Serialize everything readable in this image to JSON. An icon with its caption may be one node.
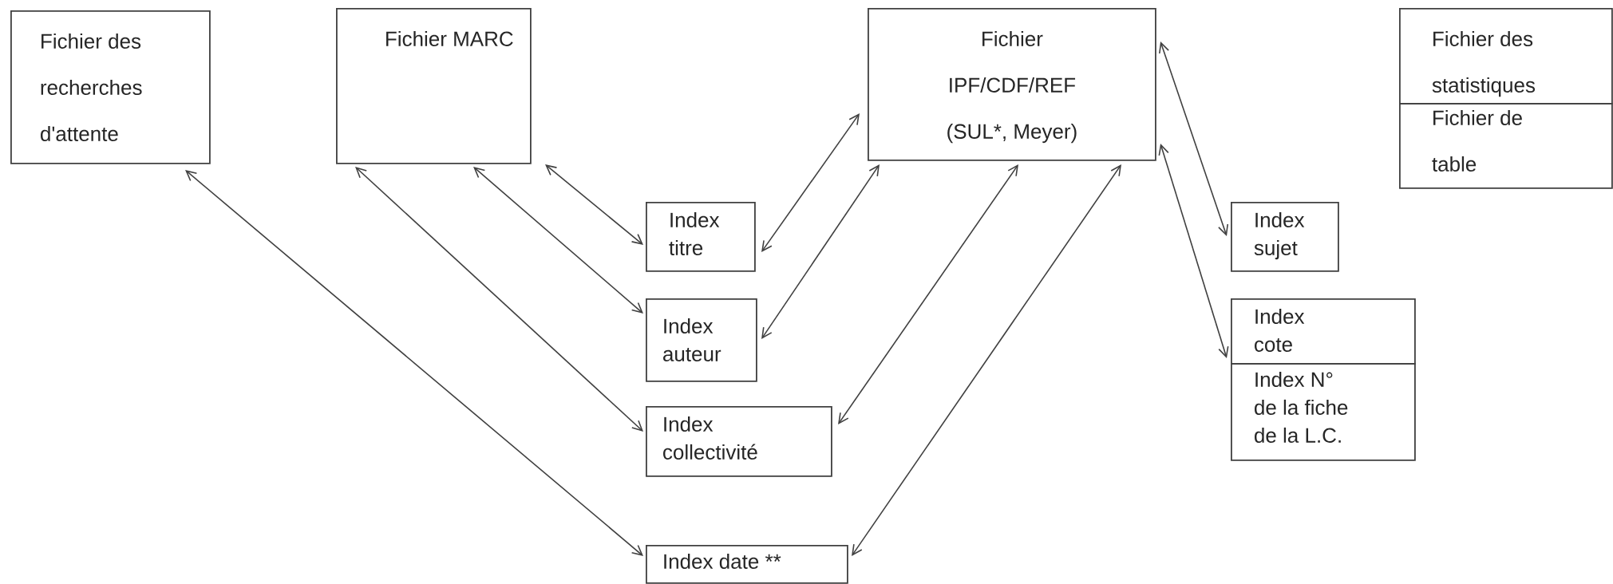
{
  "diagram": {
    "nodes": [
      {
        "text": [
          "Fichier des recherches d'attente"
        ]
      },
      {
        "text": [
          "Fichier MARC"
        ]
      },
      {
        "text": [
          "Fichier IPF/CDF/REF (SUL*, Meyer)"
        ]
      },
      {
        "text": [
          "Fichier des statistiques"
        ]
      },
      {
        "text": [
          "Fichier de table"
        ]
      },
      {
        "text": [
          "Index titre"
        ]
      },
      {
        "text": [
          "Index auteur"
        ]
      },
      {
        "text": [
          "Index collectivité"
        ]
      },
      {
        "text": [
          "Index date **"
        ]
      },
      {
        "text": [
          "Index sujet"
        ]
      },
      {
        "text": [
          "Index cote"
        ]
      },
      {
        "text": [
          "Index N° de la fiche de la L.C."
        ]
      }
    ],
    "edges": [
      {
        "from": 0,
        "to": 8,
        "arrow": "both"
      },
      {
        "from": 1,
        "to": 7,
        "arrow": "both"
      },
      {
        "from": 1,
        "to": 6,
        "arrow": "both"
      },
      {
        "from": 1,
        "to": 5,
        "arrow": "both"
      },
      {
        "from": 2,
        "to": 5,
        "arrow": "both"
      },
      {
        "from": 2,
        "to": 6,
        "arrow": "both"
      },
      {
        "from": 2,
        "to": 7,
        "arrow": "both"
      },
      {
        "from": 2,
        "to": 8,
        "arrow": "both"
      },
      {
        "from": 2,
        "to": 9,
        "arrow": "both"
      },
      {
        "from": 2,
        "to": 10,
        "arrow": "both"
      }
    ]
  }
}
